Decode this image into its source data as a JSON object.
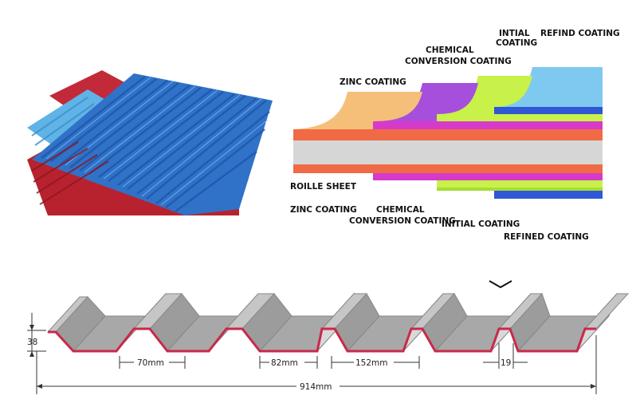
{
  "layer_labels": {
    "zinc_top": "ZINC COATING",
    "chemical_top": "CHEMICAL CONVERSION COATING",
    "chemical_top_line1": "CHEMICAL",
    "chemical_top_line2": "CONVERSION COATING",
    "initial_top_line1": "INTIAL",
    "initial_top_line2": "COATING",
    "refined_top": "REFIND COATING",
    "base_sheet": "ROILLE SHEET",
    "zinc_bottom": "ZINC COATING",
    "chemical_bottom_line1": "CHEMICAL",
    "chemical_bottom_line2": "CONVERSION COATING",
    "initial_bottom": "INITIAL COATING",
    "refined_bottom": "REFINED COATING"
  },
  "layer_colors": {
    "zinc": "#f5bf7a",
    "chemical": "#a64fdc",
    "initial": "#c8f14a",
    "refined": "#7ec9ef",
    "base": "#d6d6d6",
    "rust_band": "#f06a45",
    "blue_band": "#2f57d6",
    "magenta_band": "#d63ac8"
  },
  "dimensions": {
    "height": "38",
    "bottom_width": "70mm",
    "top_width": "82mm",
    "pitch": "152mm",
    "rib_gap": "19",
    "total_width": "914mm"
  },
  "sheet_colors": {
    "blue": "#2f72c8",
    "red": "#c22a3a",
    "profile_edge": "#c8294a",
    "profile_face": "#b4b4b4"
  }
}
